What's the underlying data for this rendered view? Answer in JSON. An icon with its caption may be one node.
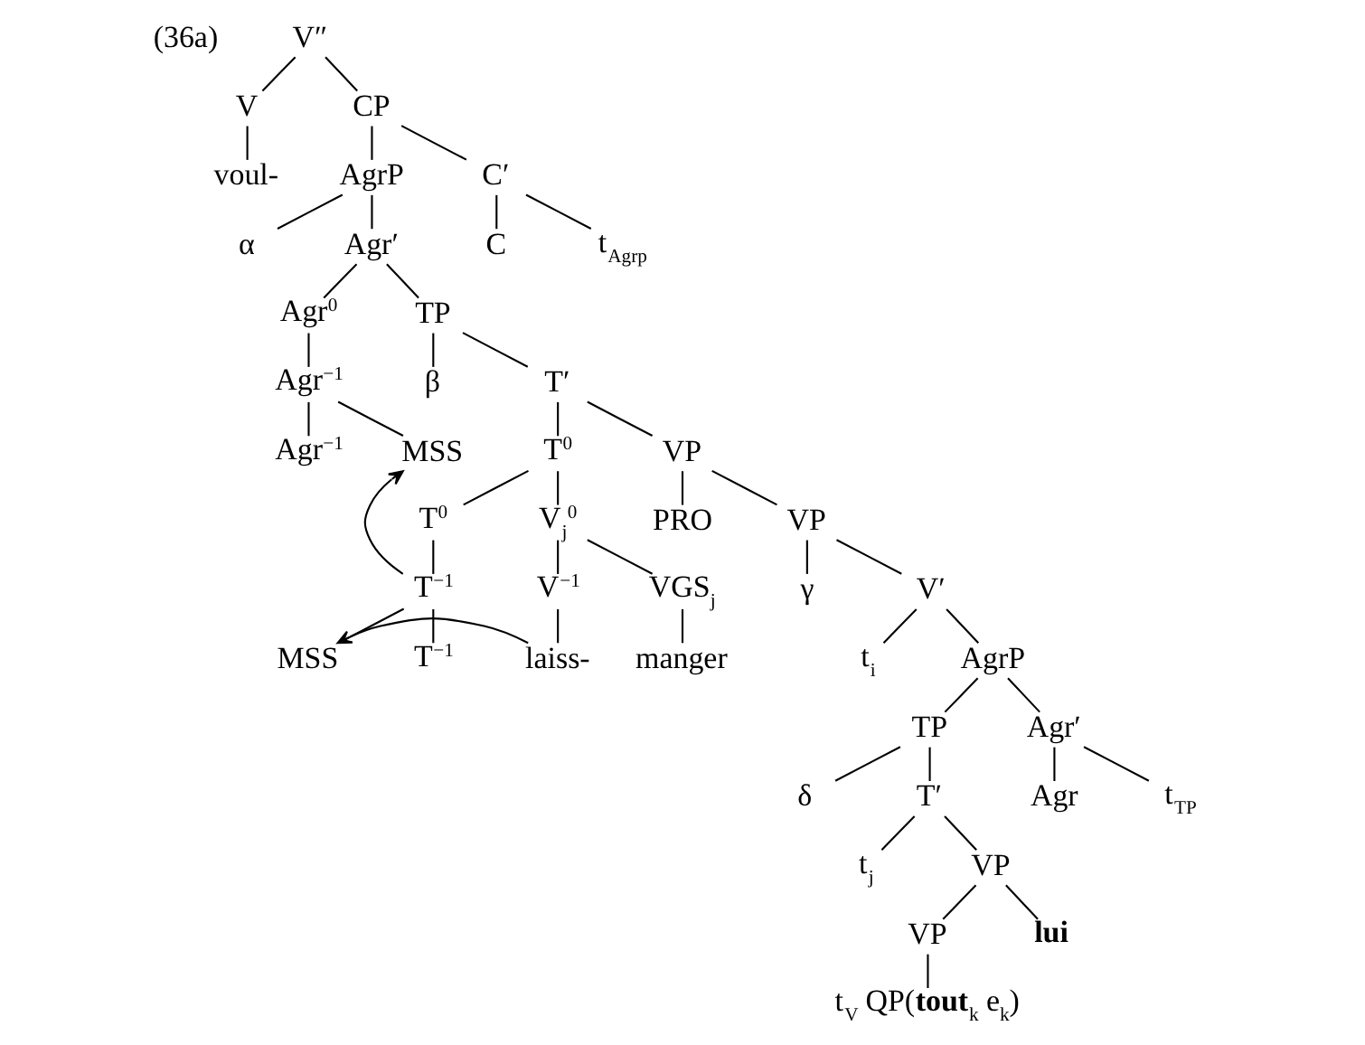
{
  "diagram": {
    "nodes": [
      {
        "text": [
          "V″"
        ]
      },
      {
        "text": [
          "V"
        ]
      },
      {
        "text": [
          "CP"
        ]
      },
      {
        "text": [
          "voul-"
        ]
      },
      {
        "text": [
          "AgrP"
        ]
      },
      {
        "text": [
          "C′"
        ]
      },
      {
        "text": [
          "α"
        ]
      },
      {
        "text": [
          "Agr′"
        ]
      },
      {
        "text": [
          "C"
        ]
      },
      {
        "text": [
          "t$_{Agrp}$"
        ]
      },
      {
        "text": [
          "Agr$^{0}$"
        ]
      },
      {
        "text": [
          "TP"
        ]
      },
      {
        "text": [
          "Agr$^{−1}$"
        ]
      },
      {
        "text": [
          "β"
        ]
      },
      {
        "text": [
          "T′"
        ]
      },
      {
        "text": [
          "Agr$^{−1}$"
        ]
      },
      {
        "text": [
          "MSS"
        ]
      },
      {
        "text": [
          "T$^{0}$"
        ]
      },
      {
        "text": [
          "VP"
        ]
      },
      {
        "text": [
          "T$^{0}$"
        ]
      },
      {
        "text": [
          "V$_{j}$$^{0}$"
        ]
      },
      {
        "text": [
          "PRO"
        ]
      },
      {
        "text": [
          "VP"
        ]
      },
      {
        "text": [
          "T$^{−1}$"
        ]
      },
      {
        "text": [
          "V$^{−1}$"
        ]
      },
      {
        "text": [
          "VGS$_{j}$"
        ]
      },
      {
        "text": [
          "γ"
        ]
      },
      {
        "text": [
          "V′"
        ]
      },
      {
        "text": [
          "MSS"
        ]
      },
      {
        "text": [
          "T$^{−1}$"
        ]
      },
      {
        "text": [
          "laiss-"
        ]
      },
      {
        "text": [
          "manger"
        ]
      },
      {
        "text": [
          "t$_{i}$"
        ]
      },
      {
        "text": [
          "AgrP"
        ]
      },
      {
        "text": [
          "TP"
        ]
      },
      {
        "text": [
          "Agr′"
        ]
      },
      {
        "text": [
          "δ"
        ]
      },
      {
        "text": [
          "T′"
        ]
      },
      {
        "text": [
          "Agr"
        ]
      },
      {
        "text": [
          "t$_{TP}$"
        ]
      },
      {
        "text": [
          "t$_{j}$"
        ]
      },
      {
        "text": [
          "VP"
        ]
      },
      {
        "text": [
          "VP"
        ]
      },
      {
        "text": [
          "**lui**"
        ]
      },
      {
        "text": [
          "t$_{V}$ QP(**tout**$_{k}$ e$_{k}$)"
        ]
      }
    ],
    "edges": [
      {
        "from": 0,
        "to": 1,
        "arrow": "none"
      },
      {
        "from": 0,
        "to": 2,
        "arrow": "none"
      },
      {
        "from": 1,
        "to": 3,
        "arrow": "none"
      },
      {
        "from": 2,
        "to": 4,
        "arrow": "none"
      },
      {
        "from": 2,
        "to": 5,
        "arrow": "none"
      },
      {
        "from": 4,
        "to": 6,
        "arrow": "none"
      },
      {
        "from": 4,
        "to": 7,
        "arrow": "none"
      },
      {
        "from": 5,
        "to": 8,
        "arrow": "none"
      },
      {
        "from": 5,
        "to": 9,
        "arrow": "none"
      },
      {
        "from": 7,
        "to": 10,
        "arrow": "none"
      },
      {
        "from": 7,
        "to": 11,
        "arrow": "none"
      },
      {
        "from": 10,
        "to": 12,
        "arrow": "none"
      },
      {
        "from": 11,
        "to": 13,
        "arrow": "none"
      },
      {
        "from": 11,
        "to": 14,
        "arrow": "none"
      },
      {
        "from": 12,
        "to": 15,
        "arrow": "none"
      },
      {
        "from": 12,
        "to": 16,
        "arrow": "none"
      },
      {
        "from": 14,
        "to": 17,
        "arrow": "none"
      },
      {
        "from": 14,
        "to": 18,
        "arrow": "none"
      },
      {
        "from": 17,
        "to": 19,
        "arrow": "none"
      },
      {
        "from": 17,
        "to": 20,
        "arrow": "none"
      },
      {
        "from": 18,
        "to": 21,
        "arrow": "none"
      },
      {
        "from": 18,
        "to": 22,
        "arrow": "none"
      },
      {
        "from": 19,
        "to": 23,
        "arrow": "none"
      },
      {
        "from": 20,
        "to": 24,
        "arrow": "none"
      },
      {
        "from": 20,
        "to": 25,
        "arrow": "none"
      },
      {
        "from": 22,
        "to": 26,
        "arrow": "none"
      },
      {
        "from": 22,
        "to": 27,
        "arrow": "none"
      },
      {
        "from": 23,
        "to": 28,
        "arrow": "none"
      },
      {
        "from": 23,
        "to": 29,
        "arrow": "none"
      },
      {
        "from": 24,
        "to": 30,
        "arrow": "none"
      },
      {
        "from": 25,
        "to": 31,
        "arrow": "none"
      },
      {
        "from": 27,
        "to": 32,
        "arrow": "none"
      },
      {
        "from": 27,
        "to": 33,
        "arrow": "none"
      },
      {
        "from": 33,
        "to": 34,
        "arrow": "none"
      },
      {
        "from": 33,
        "to": 35,
        "arrow": "none"
      },
      {
        "from": 34,
        "to": 36,
        "arrow": "none"
      },
      {
        "from": 34,
        "to": 37,
        "arrow": "none"
      },
      {
        "from": 35,
        "to": 38,
        "arrow": "none"
      },
      {
        "from": 35,
        "to": 39,
        "arrow": "none"
      },
      {
        "from": 37,
        "to": 40,
        "arrow": "none"
      },
      {
        "from": 37,
        "to": 41,
        "arrow": "none"
      },
      {
        "from": 41,
        "to": 42,
        "arrow": "none"
      },
      {
        "from": 41,
        "to": 43,
        "arrow": "none"
      },
      {
        "from": 42,
        "to": 44,
        "arrow": "none"
      },
      {
        "from": 23,
        "to": 16,
        "arrow": "to"
      },
      {
        "from": 30,
        "to": 28,
        "arrow": "to"
      }
    ],
    "labels": [
      "(36a)"
    ]
  }
}
